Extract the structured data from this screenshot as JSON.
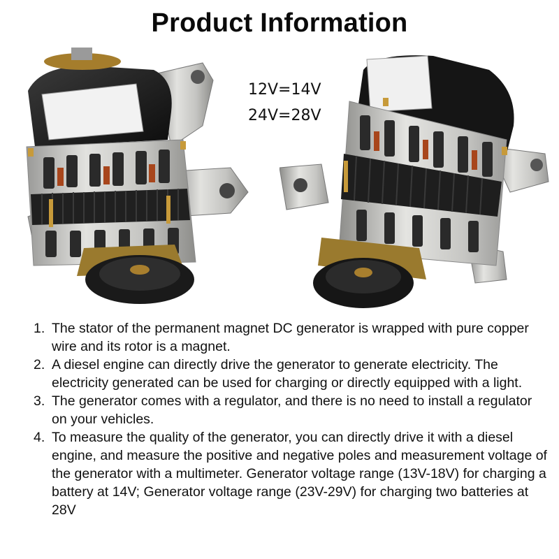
{
  "title": "Product Information",
  "voltages": [
    "12V=14V",
    "24V=28V"
  ],
  "images": {
    "left": "generator-photo-left",
    "right": "generator-photo-right"
  },
  "colors": {
    "casing": "#c9c9c6",
    "cover": "#1d1d1d",
    "pulley": "#1a1a1a",
    "brass": "#b0842f",
    "coil": "#a8461c"
  },
  "items": [
    {
      "num": "1.",
      "text": "The stator of the permanent magnet DC generator is wrapped with pure copper wire and its rotor is a magnet."
    },
    {
      "num": "2.",
      "text": "A diesel engine can directly drive the generator to generate electricity. The electricity generated can be used for charging or directly equipped with a light."
    },
    {
      "num": "3.",
      "text": "The generator comes with a regulator, and there is no need to install a regulator on your vehicles."
    },
    {
      "num": "4.",
      "text": "To measure the quality of the generator, you can directly drive it with a diesel engine, and measure the positive and negative poles and measurement voltage of the generator with a multimeter. Generator voltage range (13V-18V) for charging a battery at 14V; Generator voltage range (23V-29V) for charging two batteries at 28V"
    }
  ]
}
